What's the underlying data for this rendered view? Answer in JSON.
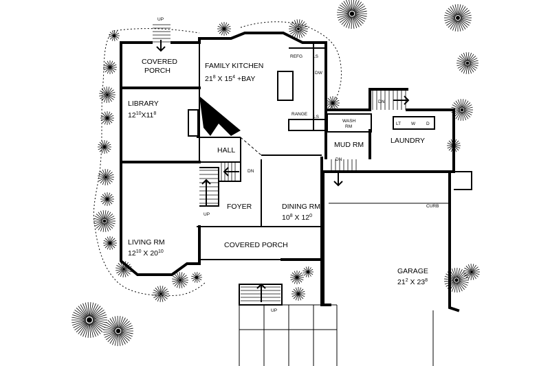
{
  "rooms": {
    "covered_porch_top": {
      "line1": "COVERED",
      "line2": "PORCH"
    },
    "family_kitchen": {
      "name": "FAMILY KITCHEN",
      "w_ft": "21",
      "w_in": "8",
      "d_ft": "15",
      "d_in": "4",
      "extra": "+BAY"
    },
    "library": {
      "name": "LIBRARY",
      "w_ft": "12",
      "w_in": "10",
      "d_ft": "11",
      "d_in": "8"
    },
    "hall": {
      "name": "HALL"
    },
    "foyer": {
      "name": "FOYER"
    },
    "dining": {
      "name": "DINING RM",
      "w_ft": "10",
      "w_in": "8",
      "d_ft": "12",
      "d_in": "0"
    },
    "living": {
      "name": "LIVING RM",
      "w_ft": "12",
      "w_in": "10",
      "d_ft": "20",
      "d_in": "10"
    },
    "covered_porch_front": {
      "name": "COVERED PORCH"
    },
    "mud": {
      "name": "MUD RM"
    },
    "laundry": {
      "name": "LAUNDRY"
    },
    "wash": {
      "line1": "WASH",
      "line2": "RM"
    },
    "garage": {
      "name": "GARAGE",
      "w_ft": "21",
      "w_in": "2",
      "d_ft": "23",
      "d_in": "8"
    }
  },
  "fixtures": {
    "refg": "REFG",
    "ls_top": "LS",
    "dw": "DW",
    "range": "RANGE",
    "ls_bottom": "LS",
    "lt": "LT",
    "w": "W",
    "d": "D"
  },
  "annotations": {
    "up_top": "UP",
    "dn_hall": "DN",
    "up_foyer": "UP",
    "dn_mud": "DN",
    "dn_top": "DN",
    "up_front": "UP",
    "curb": "CURB"
  },
  "icons": {
    "stair": "stair-icon",
    "arrow": "arrow-icon",
    "shrub": "shrub-icon",
    "tree": "tree-icon"
  }
}
